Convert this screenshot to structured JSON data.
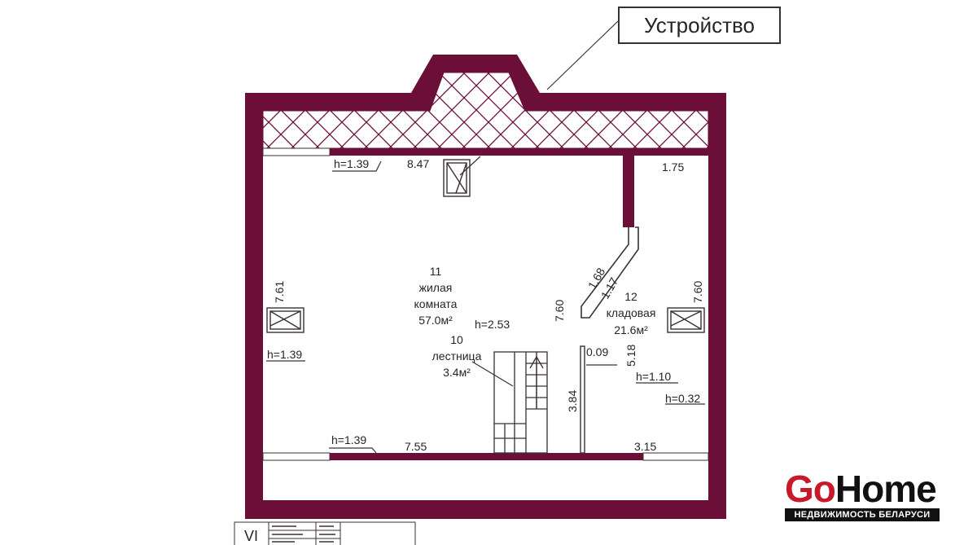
{
  "callout": {
    "label": "Устройство"
  },
  "dimensions": {
    "top_left_height": "h=1.39",
    "top_wall": "8.47",
    "top_right": "1.75",
    "left_height_mid": "h=1.39",
    "left_wall": "7.61",
    "right_wall": "7.60",
    "partition_wall": "7.60",
    "diag_outer": "1.68",
    "diag_inner": "1.17",
    "living_height": "h=2.53",
    "partition_gap": "0.09",
    "storage_width": "5.18",
    "storage_height_1": "h=1.10",
    "storage_height_2": "h=0.32",
    "stair_side": "3.84",
    "bottom_left_height": "h=1.39",
    "bottom_wall": "7.55",
    "bottom_right": "3.15"
  },
  "rooms": [
    {
      "number": "11",
      "name": "жилая",
      "name2": "комната",
      "area": "57.0м²"
    },
    {
      "number": "10",
      "name": "лестница",
      "area": "3.4м²"
    },
    {
      "number": "12",
      "name": "кладовая",
      "area": "21.6м²"
    }
  ],
  "legend": {
    "roman": "VI"
  },
  "logo": {
    "go": "Go",
    "home": "Home",
    "subtitle": "НЕДВИЖИМОСТЬ БЕЛАРУСИ"
  },
  "colors": {
    "wall": "#6b0f38",
    "line": "#3a3034",
    "brand": "#c8182a"
  }
}
